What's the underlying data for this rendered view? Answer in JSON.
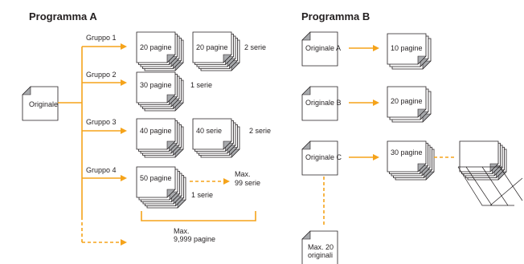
{
  "program_a": {
    "title": "Programma A",
    "source": "Originale",
    "groups": [
      {
        "label": "Gruppo 1",
        "stack1": "20 pagine",
        "stack2": "20 pagine",
        "sets": "2 serie"
      },
      {
        "label": "Gruppo 2",
        "stack1": "30 pagine",
        "sets": "1 serie"
      },
      {
        "label": "Gruppo 3",
        "stack1": "40 pagine",
        "stack2": "40 serie",
        "sets": "2 serie"
      },
      {
        "label": "Gruppo 4",
        "stack1": "50 pagine",
        "sets": "1 serie",
        "max_sets": "Max.\n99 serie"
      }
    ],
    "max_pages_line1": "Max.",
    "max_pages_line2": "9,999 pagine"
  },
  "program_b": {
    "title": "Programma B",
    "rows": [
      {
        "source": "Originale A",
        "result": "10 pagine"
      },
      {
        "source": "Originale B",
        "result": "20 pagine"
      },
      {
        "source": "Originale C",
        "result": "30 pagine"
      }
    ],
    "max_originals_line1": "Max. 20",
    "max_originals_line2": "originali"
  },
  "colors": {
    "accent": "#f5a31a",
    "ink": "#231f20",
    "fold": "#a7a9ac"
  }
}
